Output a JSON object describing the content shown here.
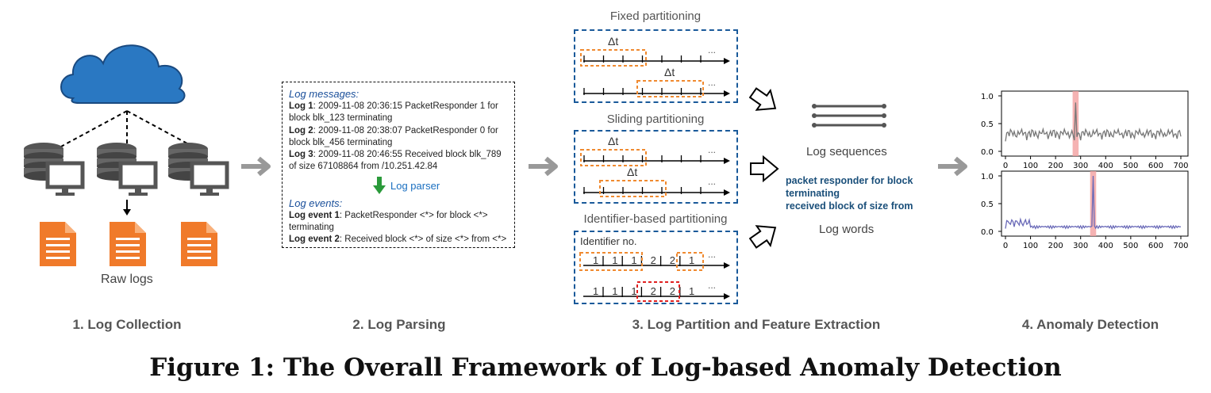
{
  "stages": [
    {
      "label": "1. Log Collection"
    },
    {
      "label": "2. Log Parsing"
    },
    {
      "label": "3. Log Partition and Feature Extraction"
    },
    {
      "label": "4. Anomaly Detection"
    }
  ],
  "collection": {
    "raw_logs_label": "Raw logs"
  },
  "parsing": {
    "messages_header": "Log messages:",
    "messages": [
      {
        "id": "Log 1",
        "text": ": 2009-11-08 20:36:15 PacketResponder 1 for block blk_123 terminating"
      },
      {
        "id": "Log 2",
        "text": ": 2009-11-08 20:38:07 PacketResponder 0 for block blk_456 terminating"
      },
      {
        "id": "Log 3",
        "text": ": 2009-11-08 20:46:55 Received block blk_789 of size 67108864 from /10.251.42.84"
      }
    ],
    "parser_label": "Log parser",
    "events_header": "Log events:",
    "events": [
      {
        "id": "Log event 1",
        "text": ": PacketResponder <*> for block <*> terminating"
      },
      {
        "id": "Log event 2",
        "text": ": Received block <*> of size <*> from <*>"
      }
    ]
  },
  "partition": {
    "fixed_title": "Fixed partitioning",
    "sliding_title": "Sliding partitioning",
    "identifier_title": "Identifier-based partitioning",
    "delta": "Δt",
    "ellipsis": "...",
    "identifier_label": "Identifier no.",
    "row1_ids": [
      "1",
      "1",
      "1",
      "2",
      "2",
      "1"
    ],
    "row2_ids": [
      "1",
      "1",
      "1",
      "2",
      "2",
      "1"
    ]
  },
  "features": {
    "sequences_label": "Log sequences",
    "words": [
      "packet responder for block",
      "terminating",
      "received block of size from"
    ],
    "words_label": "Log words"
  },
  "detection": {
    "top_chart": {
      "yticks": [
        "1.0",
        "0.5",
        "0.0"
      ],
      "xticks": [
        "0",
        "100",
        "200",
        "300",
        "400",
        "500",
        "600",
        "700"
      ]
    },
    "bottom_chart": {
      "yticks": [
        "1.0",
        "0.5",
        "0.0"
      ],
      "xticks": [
        "0",
        "100",
        "200",
        "300",
        "400",
        "500",
        "600",
        "700"
      ]
    }
  },
  "caption": "Figure 1: The Overall Framework of Log-based Anomaly Detection",
  "colors": {
    "cloud": "#2a78c2",
    "doc": "#f07a2a",
    "partition_border": "#1a5a9a",
    "window": "#f08a30",
    "id_window": "#e02020",
    "anomaly": "#f2a0a0",
    "series_top": "#777777",
    "series_bottom": "#6a6ab8"
  }
}
